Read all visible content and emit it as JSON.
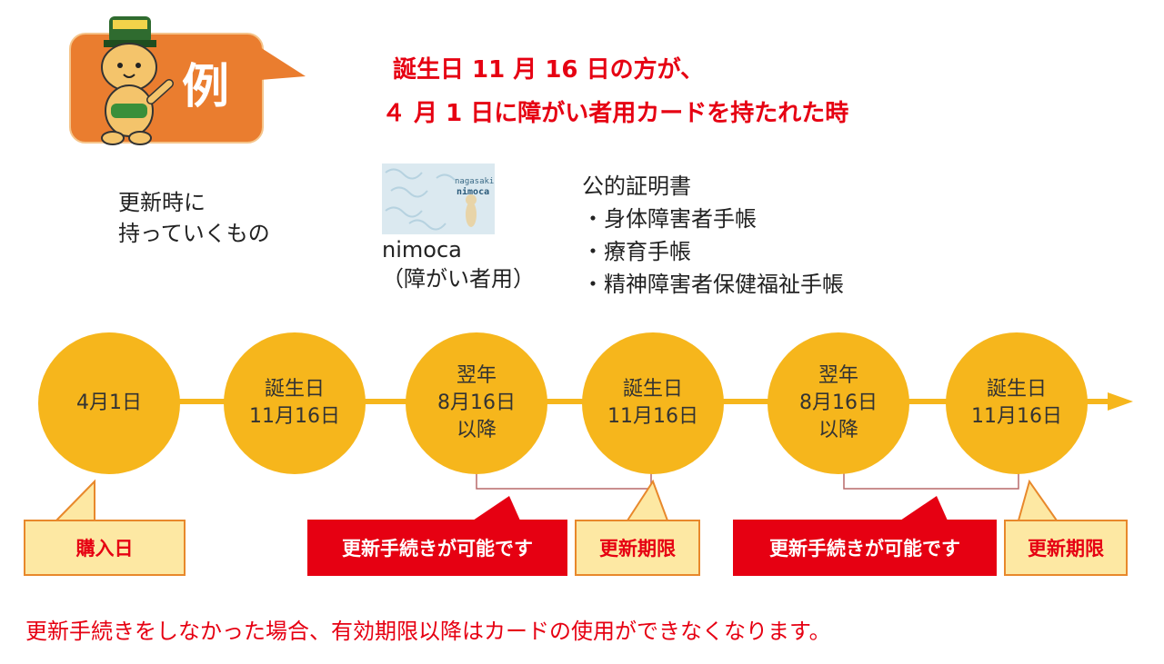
{
  "example": {
    "label": "例"
  },
  "heading": {
    "line1": "誕生日 11 月 16 日の方が、",
    "line2": "４ 月 1 日に障がい者用カードを持たれた時"
  },
  "bring": {
    "line1": "更新時に",
    "line2": "持っていくもの"
  },
  "card": {
    "brand_small": "nagasaki",
    "brand": "nimoca",
    "name": "nimoca",
    "note": "（障がい者用）"
  },
  "certificates": {
    "title": "公的証明書",
    "items": [
      "・身体障害者手帳",
      "・療育手帳",
      "・精神障害者保健福祉手帳"
    ]
  },
  "timeline": {
    "circles": [
      "4月1日",
      "誕生日\n11月16日",
      "翌年\n8月16日\n以降",
      "誕生日\n11月16日",
      "翌年\n8月16日\n以降",
      "誕生日\n11月16日"
    ]
  },
  "callouts": {
    "purchase": "購入日",
    "renew_possible_1": "更新手続きが可能です",
    "expiry_1": "更新期限",
    "renew_possible_2": "更新手続きが可能です",
    "expiry_2": "更新期限"
  },
  "footer": "更新手続きをしなかった場合、有効期限以降はカードの使用ができなくなります。",
  "colors": {
    "accent_red": "#e60012",
    "circle_yellow": "#f6b61c",
    "example_orange": "#ea7d2f",
    "callout_fill": "#fde8a3"
  }
}
